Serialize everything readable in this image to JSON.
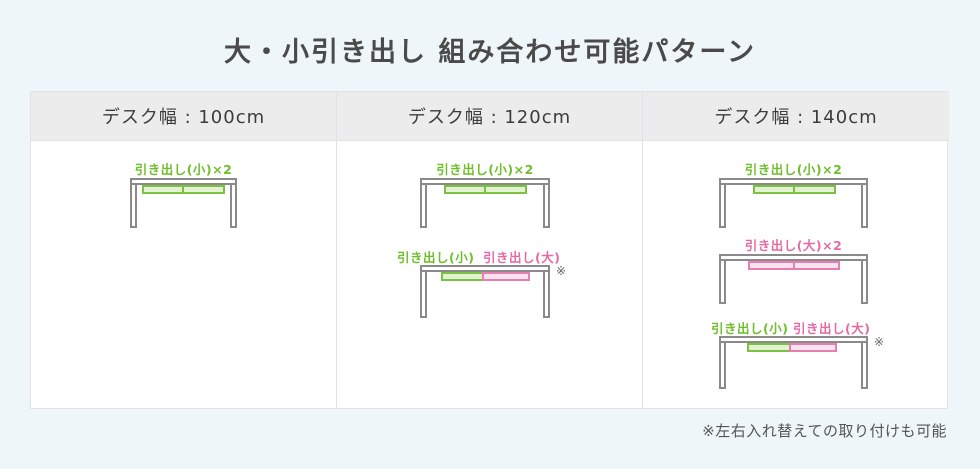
{
  "title": "大・小引き出し 組み合わせ可能パターン",
  "columns": [
    {
      "header": "デスク幅 : 100cm",
      "configs": [
        {
          "label_green": "引き出し(小)×2",
          "label_pink": ""
        }
      ]
    },
    {
      "header": "デスク幅 : 120cm",
      "configs": [
        {
          "label_green": "引き出し(小)×2",
          "label_pink": ""
        },
        {
          "label_green": "引き出し(小)",
          "label_pink": "引き出し(大)",
          "note": "※"
        }
      ]
    },
    {
      "header": "デスク幅 : 140cm",
      "configs": [
        {
          "label_green": "引き出し(小)×2",
          "label_pink": ""
        },
        {
          "label_green": "",
          "label_pink": "引き出し(大)×2"
        },
        {
          "label_green": "引き出し(小)",
          "label_pink": "引き出し(大)",
          "note": "※"
        }
      ]
    }
  ],
  "footnote": "※左右入れ替えての取り付けも可能",
  "colors": {
    "small_drawer": "#7bc13f",
    "large_drawer": "#e67fb0",
    "desk_frame": "#8a8a8a",
    "header_bg": "#ececec",
    "page_bg": "#eef6fa"
  }
}
